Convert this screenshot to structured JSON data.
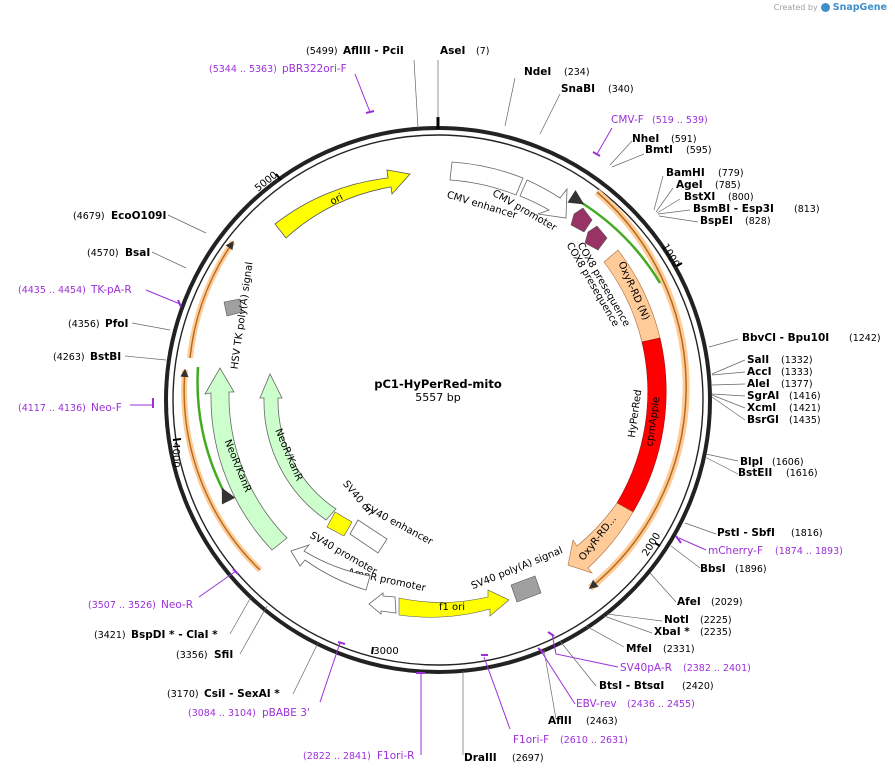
{
  "credit": {
    "prefix": "Created by",
    "brand": "SnapGene"
  },
  "plasmid": {
    "name": "pC1-HyPerRed-mito",
    "size_label": "5557 bp"
  },
  "colors": {
    "backbone": "#222222",
    "enzyme_text": "#000000",
    "primer": "#9b30d9",
    "promoter_enhancer": "#ffffff",
    "ori": "#ffff00",
    "orange_feature": "#ffcc99",
    "cpmapple": "#ff0000",
    "cox8": "#993366",
    "neo": "#ccffcc",
    "gray_box": "#a0a0a0",
    "primer_arrow_green": "#44aa22",
    "primer_arrow_orange": "#e88a10"
  },
  "ticks": [
    "1000",
    "2000",
    "3000",
    "4000",
    "5000"
  ],
  "features": [
    {
      "label": "CMV enhancer"
    },
    {
      "label": "CMV promoter"
    },
    {
      "label": "COX8 presequence"
    },
    {
      "label": "COX8 presequence"
    },
    {
      "label": "OxyR-RD (N)"
    },
    {
      "label": "cpmApple"
    },
    {
      "label": "OxyR-RD..."
    },
    {
      "label": "HyPerRed"
    },
    {
      "label": "SV40 poly(A) signal"
    },
    {
      "label": "f1 ori"
    },
    {
      "label": "AmpR promoter"
    },
    {
      "label": "SV40 promoter"
    },
    {
      "label": "SV40 enhancer"
    },
    {
      "label": "SV40 ori"
    },
    {
      "label": "NeoR/KanR"
    },
    {
      "label": "NeoR/KanR"
    },
    {
      "label": "HSV TK poly(A) signal"
    },
    {
      "label": "ori"
    }
  ],
  "enzymes": [
    {
      "name": "AseI",
      "pos": "(7)"
    },
    {
      "name": "NdeI",
      "pos": "(234)"
    },
    {
      "name": "SnaBI",
      "pos": "(340)"
    },
    {
      "name": "NheI",
      "pos": "(591)"
    },
    {
      "name": "BmtI",
      "pos": "(595)"
    },
    {
      "name": "BamHI",
      "pos": "(779)"
    },
    {
      "name": "AgeI",
      "pos": "(785)"
    },
    {
      "name": "BstXI",
      "pos": "(800)"
    },
    {
      "name": "BsmBI  - Esp3I",
      "pos": "(813)"
    },
    {
      "name": "BspEI",
      "pos": "(828)"
    },
    {
      "name": "BbvCI  - Bpu10I",
      "pos": "(1242)"
    },
    {
      "name": "SalI",
      "pos": "(1332)"
    },
    {
      "name": "AccI",
      "pos": "(1333)"
    },
    {
      "name": "AleI",
      "pos": "(1377)"
    },
    {
      "name": "SgrAI",
      "pos": "(1416)"
    },
    {
      "name": "XcmI",
      "pos": "(1421)"
    },
    {
      "name": "BsrGI",
      "pos": "(1435)"
    },
    {
      "name": "BlpI",
      "pos": "(1606)"
    },
    {
      "name": "BstEII",
      "pos": "(1616)"
    },
    {
      "name": "PstI  - SbfI",
      "pos": "(1816)"
    },
    {
      "name": "BbsI",
      "pos": "(1896)"
    },
    {
      "name": "AfeI",
      "pos": "(2029)"
    },
    {
      "name": "NotI",
      "pos": "(2225)"
    },
    {
      "name": "XbaI *",
      "pos": "(2235)"
    },
    {
      "name": "MfeI",
      "pos": "(2331)"
    },
    {
      "name": "BtsI  - BtsαI",
      "pos": "(2420)"
    },
    {
      "name": "AflII",
      "pos": "(2463)"
    },
    {
      "name": "DraIII",
      "pos": "(2697)"
    },
    {
      "name": "CsiI  - SexAI *",
      "pos": "(3170)"
    },
    {
      "name": "SfiI",
      "pos": "(3356)"
    },
    {
      "name": "BspDI *  - ClaI *",
      "pos": "(3421)"
    },
    {
      "name": "BstBI",
      "pos": "(4263)"
    },
    {
      "name": "PfoI",
      "pos": "(4356)"
    },
    {
      "name": "BsaI",
      "pos": "(4570)"
    },
    {
      "name": "EcoO109I",
      "pos": "(4679)"
    },
    {
      "name": "AflIII  - PciI",
      "pos": "(5499)"
    }
  ],
  "primers": [
    {
      "name": "CMV-F",
      "range": "(519 .. 539)"
    },
    {
      "name": "mCherry-F",
      "range": "(1874 .. 1893)"
    },
    {
      "name": "SV40pA-R",
      "range": "(2382 .. 2401)"
    },
    {
      "name": "EBV-rev",
      "range": "(2436 .. 2455)"
    },
    {
      "name": "F1ori-F",
      "range": "(2610 .. 2631)"
    },
    {
      "name": "F1ori-R",
      "range": "(2822 .. 2841)"
    },
    {
      "name": "pBABE 3'",
      "range": "(3084 .. 3104)"
    },
    {
      "name": "Neo-R",
      "range": "(3507 .. 3526)"
    },
    {
      "name": "Neo-F",
      "range": "(4117 .. 4136)"
    },
    {
      "name": "TK-pA-R",
      "range": "(4435 .. 4454)"
    },
    {
      "name": "pBR322ori-F",
      "range": "(5344 .. 5363)"
    }
  ]
}
